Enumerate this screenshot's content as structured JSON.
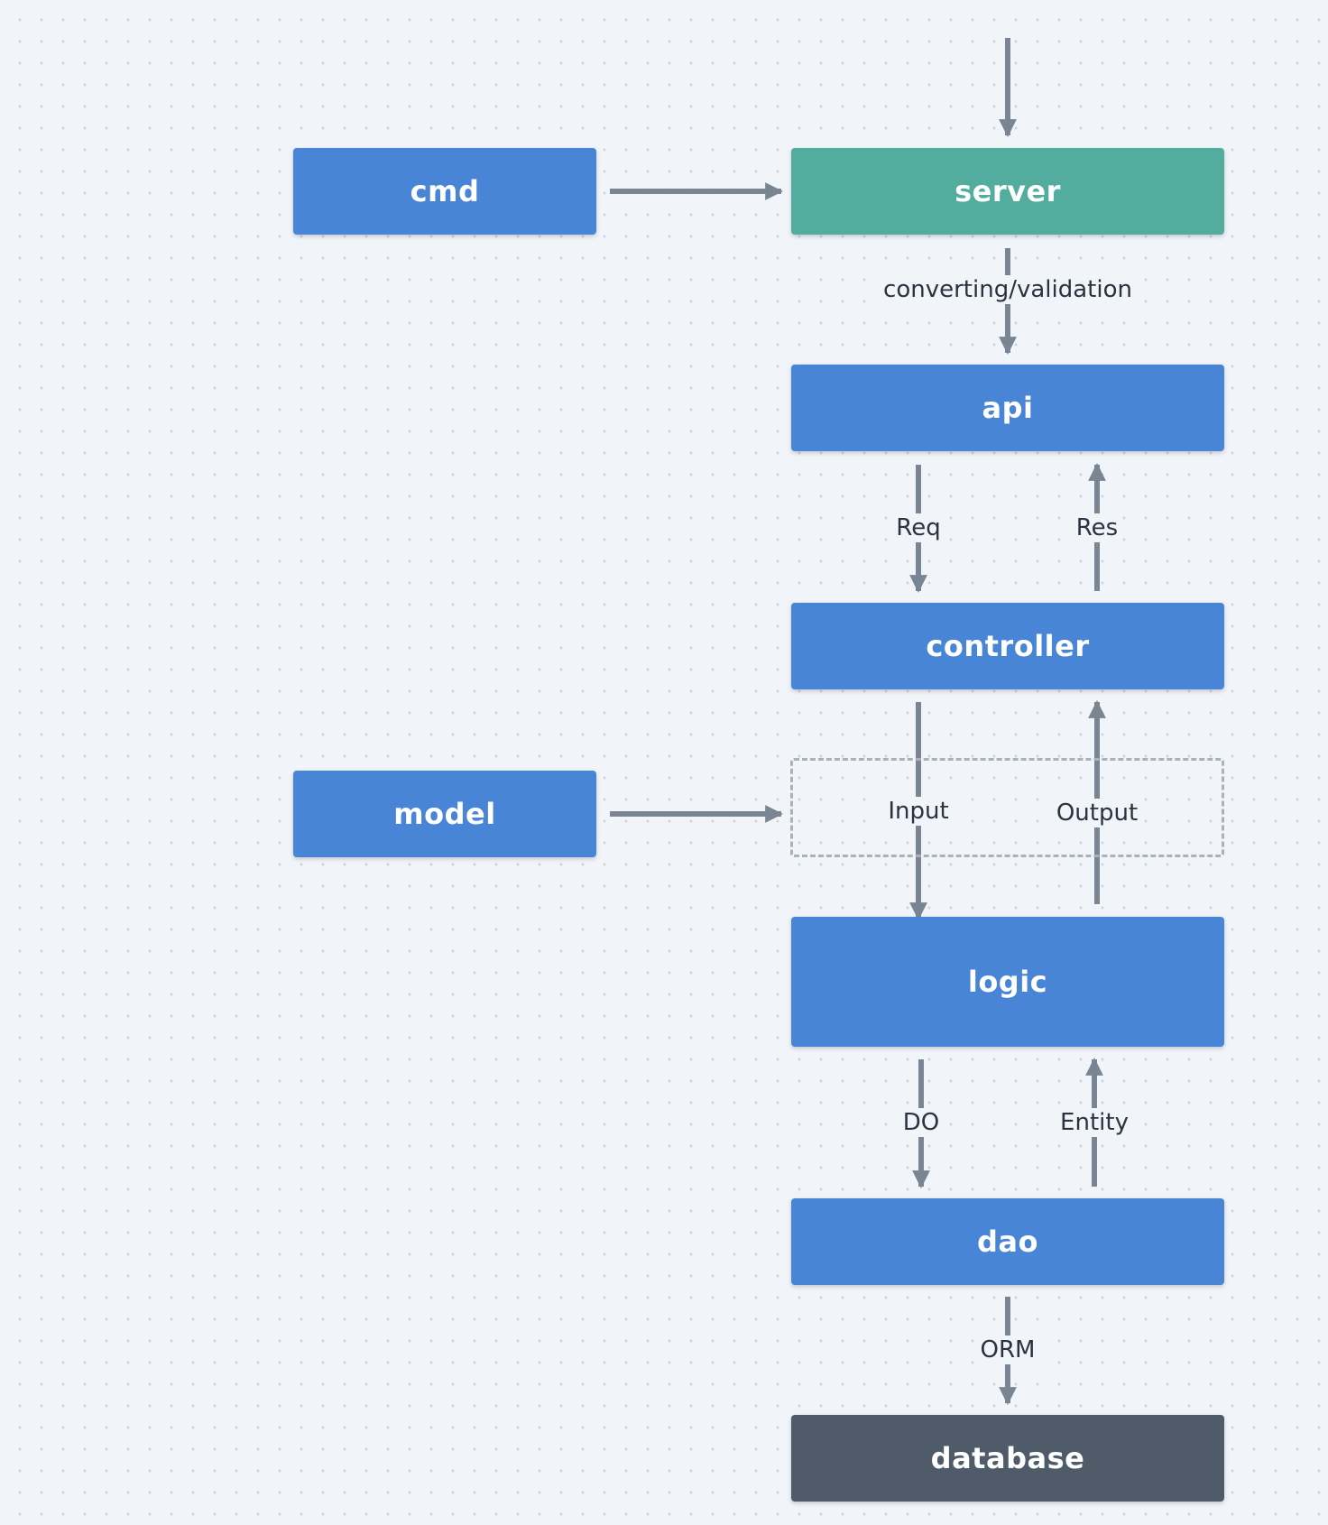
{
  "nodes": {
    "cmd": "cmd",
    "server": "server",
    "api": "api",
    "controller": "controller",
    "model": "model",
    "logic": "logic",
    "dao": "dao",
    "database": "database"
  },
  "edges": {
    "server_api": "converting/validation",
    "api_controller_req": "Req",
    "controller_api_res": "Res",
    "controller_logic_input": "Input",
    "logic_controller_output": "Output",
    "logic_dao_do": "DO",
    "dao_logic_entity": "Entity",
    "dao_database": "ORM"
  },
  "colors": {
    "background": "#f1f4f8",
    "grid_dot": "#c9d0d8",
    "node_blue": "#4985d6",
    "node_green": "#52ad9f",
    "node_dark": "#4f5b69",
    "arrow": "#7a8594",
    "dashed_group": "#a9b1bb",
    "label_text": "#2a3340"
  }
}
